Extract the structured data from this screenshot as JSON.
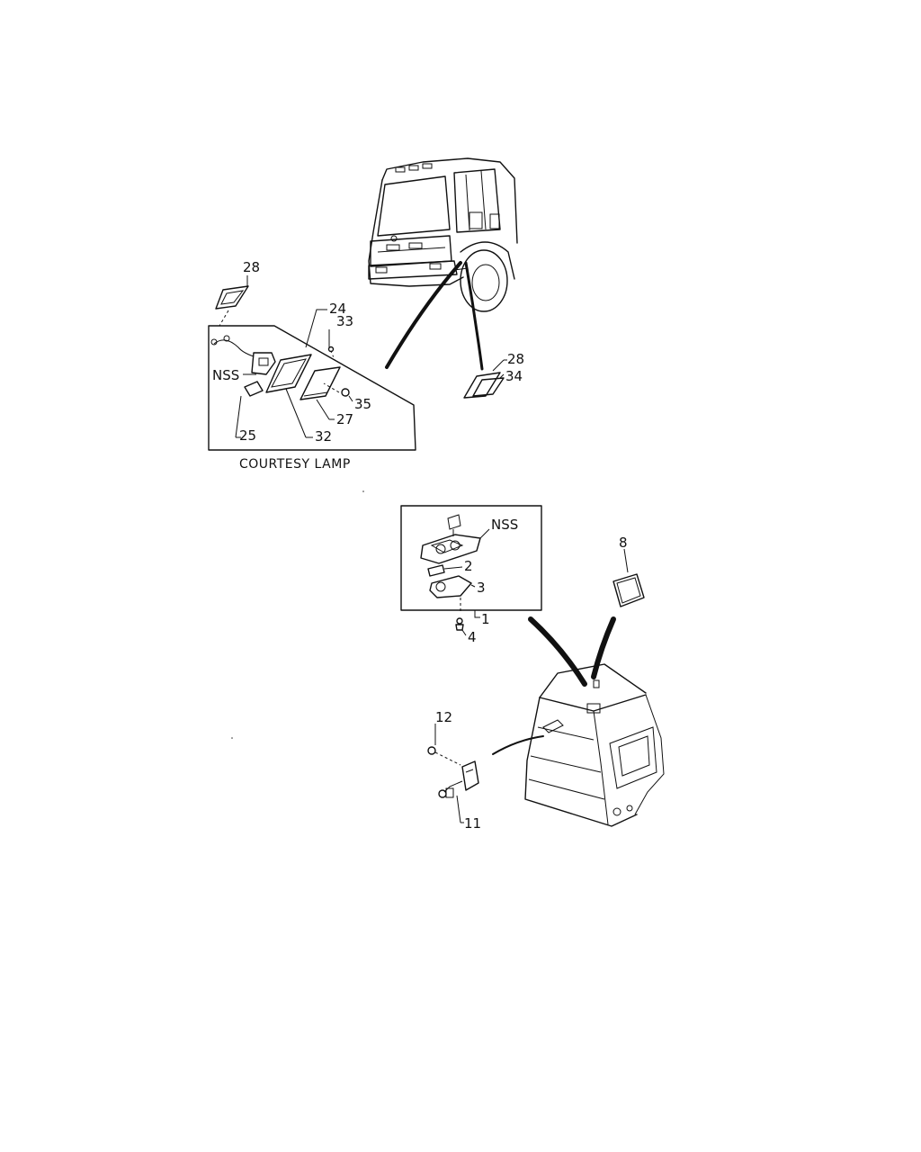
{
  "upper_section": {
    "caption": "COURTESY LAMP",
    "callouts": {
      "c28_top": "28",
      "c24": "24",
      "c33": "33",
      "nss": "NSS",
      "c35": "35",
      "c27": "27",
      "c25": "25",
      "c32": "32",
      "c28_right": "28",
      "c34": "34"
    }
  },
  "lower_section": {
    "callouts": {
      "nss": "NSS",
      "c2": "2",
      "c3": "3",
      "c1": "1",
      "c4": "4",
      "c8": "8",
      "c12": "12",
      "c11": "11"
    }
  }
}
